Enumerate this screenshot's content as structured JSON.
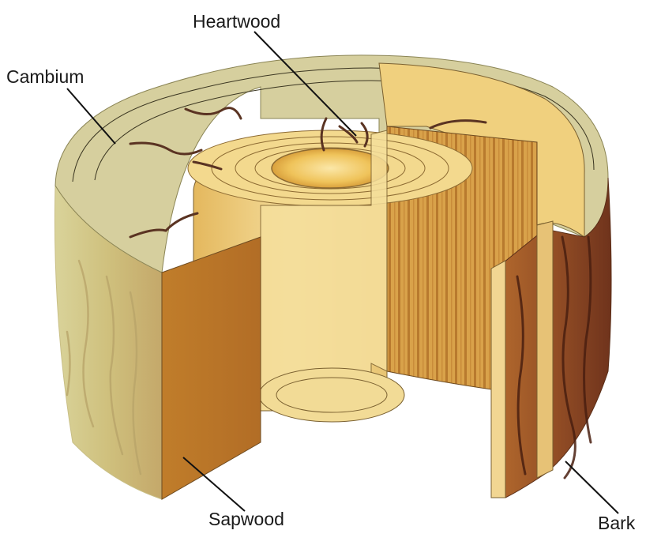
{
  "labels": {
    "heartwood": "Heartwood",
    "cambium": "Cambium",
    "sapwood": "Sapwood",
    "bark": "Bark"
  },
  "colors": {
    "outer_top": "#d4cc9a",
    "bark_side": "#c9c285",
    "sapwood_face": "#b5752a",
    "heartwood_light": "#f3dc96",
    "heartwood_mid": "#e9c36c",
    "heartwood_dark": "#d49a3c",
    "pith": "#f0c860",
    "bark_dark": "#7a3a1e",
    "crack": "#5a3322",
    "leader": "#111111"
  }
}
